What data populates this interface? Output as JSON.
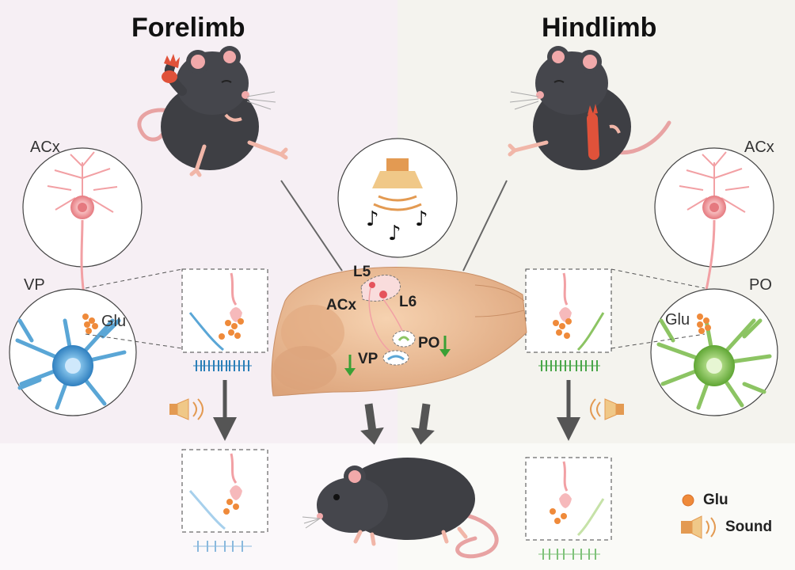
{
  "titles": {
    "left": "Forelimb",
    "right": "Hindlimb"
  },
  "left_panel": {
    "cortex_label": "ACx",
    "thalamus_label": "VP",
    "transmitter_label": "Glu"
  },
  "right_panel": {
    "cortex_label": "ACx",
    "thalamus_label": "PO",
    "transmitter_label": "Glu"
  },
  "brain": {
    "layer5": "L5",
    "layer6": "L6",
    "cortex": "ACx",
    "vp": "VP",
    "po": "PO"
  },
  "legend": [
    {
      "icon": "glu-dot-icon",
      "label": "Glu"
    },
    {
      "icon": "speaker-icon",
      "label": "Sound"
    }
  ],
  "colors": {
    "left_bg": "#f6eff4",
    "right_bg": "#f4f3ee",
    "acx_neuron": "#f2a0a4",
    "vp_neuron": "#5aa6d6",
    "po_neuron": "#8cc463",
    "glu": "#ef8a3a",
    "spike_blue": "#2b7fb8",
    "spike_green": "#49a649",
    "arrow_green": "#3aa035",
    "mouse": "#3e3f44",
    "brain": "#e7b992"
  }
}
